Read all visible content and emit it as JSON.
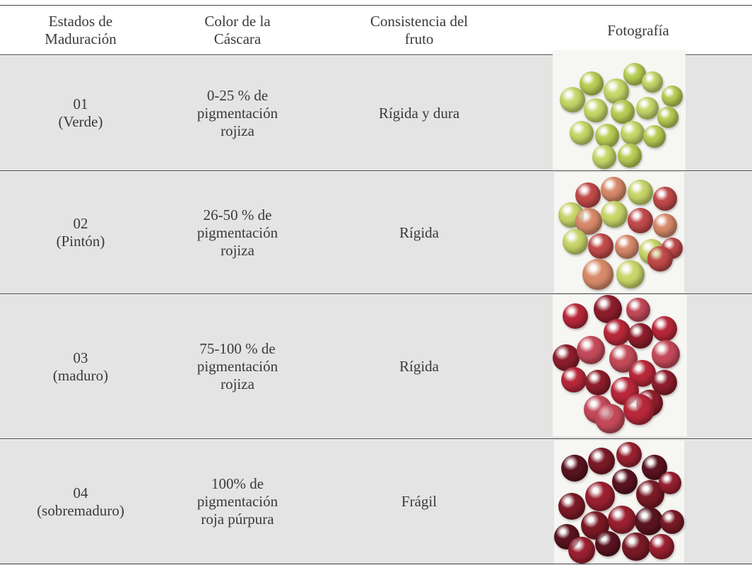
{
  "headers": {
    "estado": "Estados de\nMaduración",
    "color": "Color de la\nCáscara",
    "consistencia": "Consistencia del\nfruto",
    "foto": "Fotografía"
  },
  "rows": [
    {
      "estado": "01\n(Verde)",
      "color": "0-25 % de\npigmentación\nrojiza",
      "consistencia": "Rígida y dura",
      "fruit_colors": [
        "#c8d86a",
        "#b9cf55"
      ]
    },
    {
      "estado": "02\n(Pintón)",
      "color": "26-50 %  de\npigmentación\nrojiza",
      "consistencia": "Rígida",
      "fruit_colors": [
        "#c9d66a",
        "#c24a4a",
        "#d88a6a"
      ]
    },
    {
      "estado": "03\n(maduro)",
      "color": "75-100 % de\npigmentación\nrojiza",
      "consistencia": "Rígida",
      "fruit_colors": [
        "#b8283a",
        "#8e1e2c",
        "#c44a5a"
      ]
    },
    {
      "estado": "04\n(sobremaduro)",
      "color": "100% de\npigmentación\nroja púrpura",
      "consistencia": "Frágil",
      "fruit_colors": [
        "#5a1420",
        "#7a1a26",
        "#9a2030"
      ]
    }
  ]
}
